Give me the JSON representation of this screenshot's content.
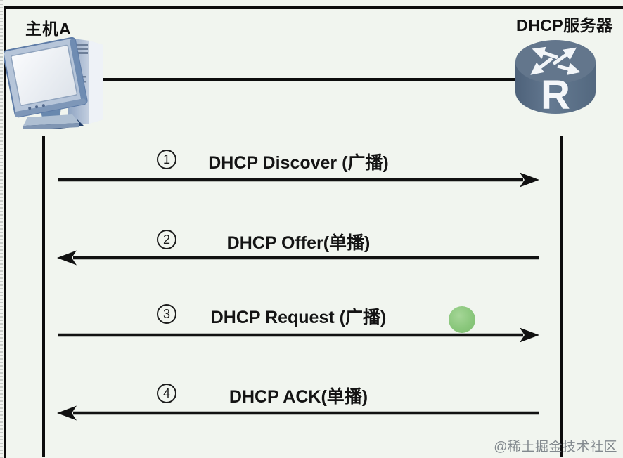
{
  "header": {
    "host_label": "主机A",
    "server_label": "DHCP服务器"
  },
  "router": {
    "letter": "R"
  },
  "messages": [
    {
      "step": "1",
      "label": "DHCP Discover (广播)",
      "direction": "right"
    },
    {
      "step": "2",
      "label": "DHCP Offer(单播)",
      "direction": "left"
    },
    {
      "step": "3",
      "label": "DHCP Request (广播)",
      "direction": "right"
    },
    {
      "step": "4",
      "label": "DHCP ACK(单播)",
      "direction": "left"
    }
  ],
  "watermark": "@稀土掘金技术社区",
  "colors": {
    "background": "#f1f5ef",
    "ink": "#0d0d0d",
    "green_dot": "#8ac77c",
    "watermark_gray": "#6e767c",
    "router_body": "#5a6d83",
    "router_top": "#63768c",
    "pc_steel_blue": "#a9bcd4",
    "pc_shadow_navy": "#23406b"
  }
}
